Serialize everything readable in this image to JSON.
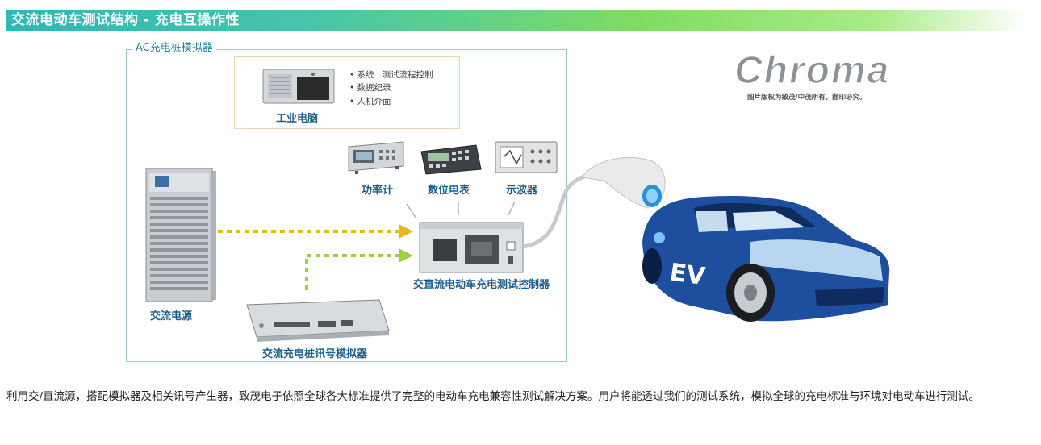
{
  "header": {
    "title": "交流电动车测试结构 - 充电互操作性"
  },
  "diagram": {
    "frame_label": "AC充电桩模拟器",
    "pc": {
      "label": "工业电脑",
      "features": [
        "• 系统 · 测试流程控制",
        "• 数据纪录",
        "• 人机介面"
      ]
    },
    "instruments": [
      "功率计",
      "数位电表",
      "示波器"
    ],
    "ac_source": "交流电源",
    "controller": "交直流电动车充电测试控制器",
    "signal_sim": "交流充电桩讯号模拟器",
    "car_badge": "EV"
  },
  "brand": {
    "logo": "Chroma",
    "copyright": "图片版权为致茂/中茂所有，翻印必究。"
  },
  "footer": {
    "text": "利用交/直流源，搭配模拟器及相关讯号产生器，致茂电子依照全球各大标准提供了完整的电动车充电兼容性测试解决方案。用户将能透过我们的测试系统，模拟全球的充电标准与环境对电动车进行测试。"
  },
  "colors": {
    "arrow_yellow": "#e8b81f",
    "arrow_green": "#9ccf45",
    "car_blue": "#1e4f9e",
    "label_blue": "#1d5e8a"
  }
}
